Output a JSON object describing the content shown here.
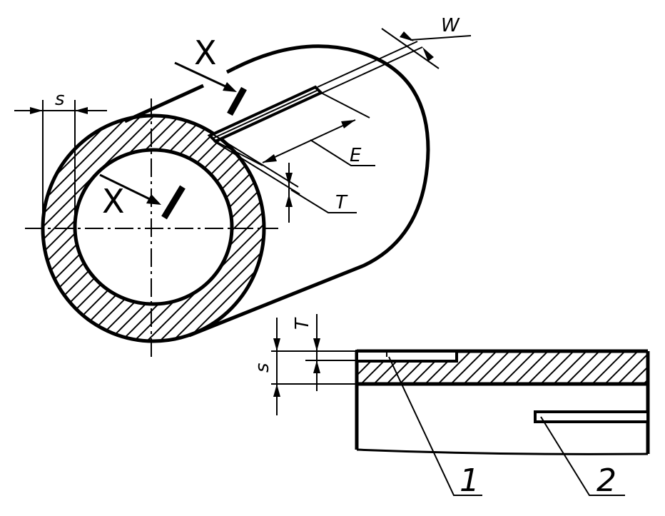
{
  "labels": {
    "section_mark_top": "X",
    "section_mark_inner": "X",
    "wall_thickness": "s",
    "slot_width": "W",
    "slot_length": "E",
    "slot_depth": "T",
    "section_wall_thickness": "s",
    "section_slot_depth": "T",
    "callout_1": "1",
    "callout_2": "2"
  }
}
